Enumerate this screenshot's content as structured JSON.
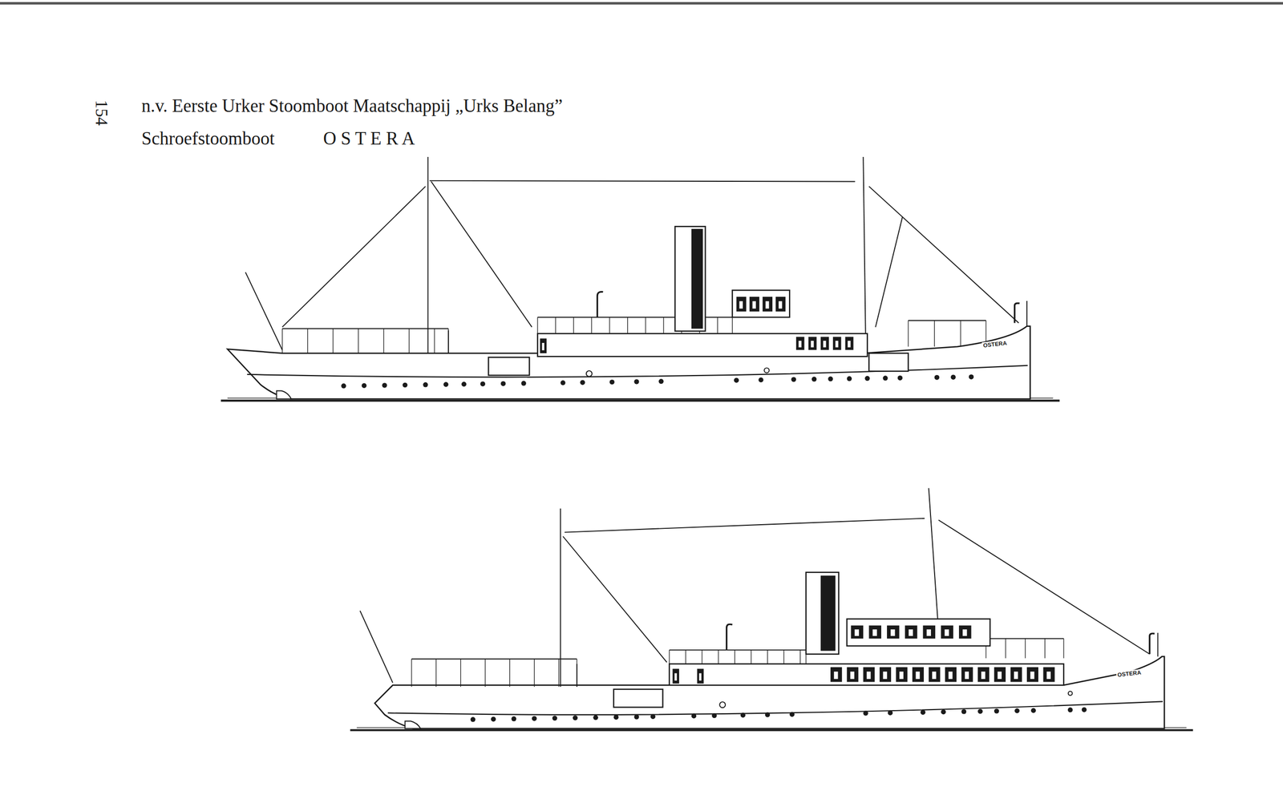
{
  "diagram": {
    "title": "n.v. Eerste Urker Stoomboot Maatschappij „Urks Belang”",
    "labels": [
      "154",
      "Schroefstoomboot",
      "O S T E R A",
      "OSTERA",
      "OSTERA"
    ]
  }
}
